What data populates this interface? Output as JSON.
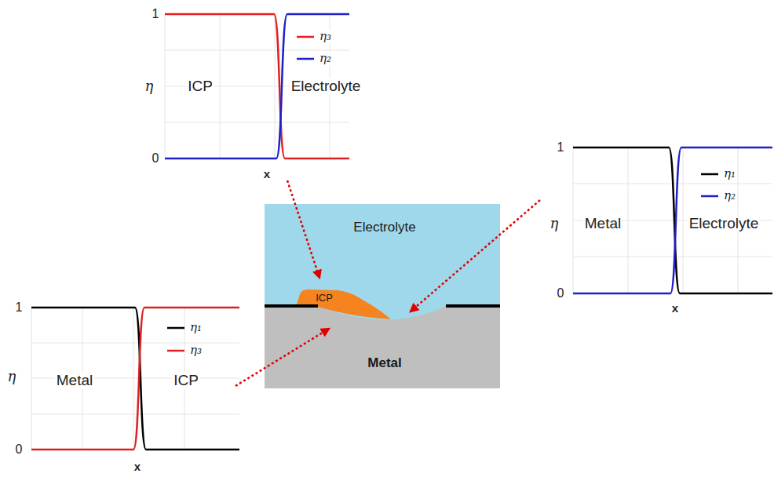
{
  "diagram": {
    "nodes": [
      {
        "text": [
          "Electrolyte"
        ]
      },
      {
        "text": [
          "ICP"
        ]
      },
      {
        "text": [
          "Metal"
        ]
      }
    ],
    "labels": [
      "1",
      "0",
      "η",
      "ICP",
      "Electrolyte",
      "x",
      "1",
      "0",
      "η",
      "Metal",
      "Electrolyte",
      "x",
      "1",
      "0",
      "η",
      "Metal",
      "ICP",
      "x"
    ],
    "legend": [
      {
        "text": "η₃"
      },
      {
        "text": "η₂"
      },
      {
        "text": "η₁"
      },
      {
        "text": "η₂"
      },
      {
        "text": "η₁"
      },
      {
        "text": "η₃"
      }
    ]
  }
}
